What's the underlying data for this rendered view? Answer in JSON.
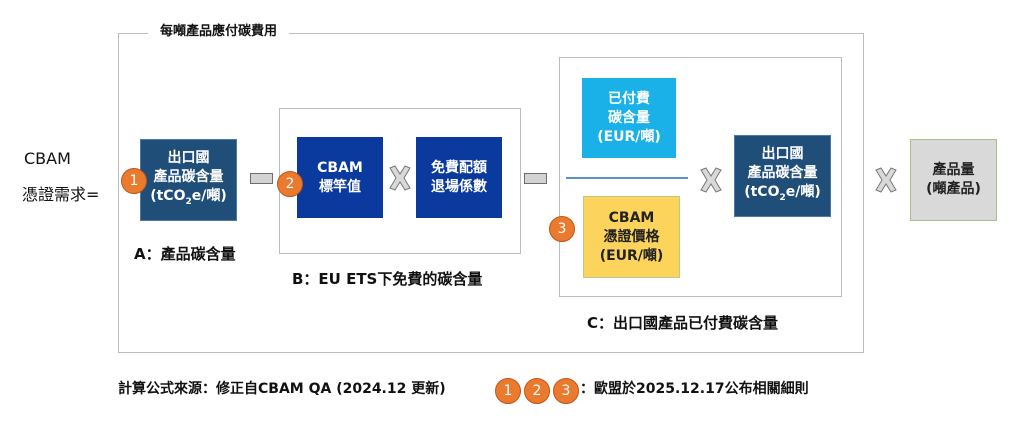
{
  "outer_title": "每噸產品應付碳費用",
  "lhs": {
    "line1": "CBAM",
    "line2": "憑證需求="
  },
  "box_a": {
    "l1": "出口國",
    "l2": "產品碳含量",
    "l3_pre": "(tCO",
    "l3_sub": "2",
    "l3_post": "e/噸)",
    "label": "A：產品碳含量",
    "badge": "1"
  },
  "box_b": {
    "benchmark": {
      "l1": "CBAM",
      "l2": "標竿值"
    },
    "phaseout": {
      "l1": "免費配額",
      "l2": "退場係數"
    },
    "label": "B：EU ETS下免費的碳含量",
    "badge": "2"
  },
  "box_c": {
    "paid": {
      "l1": "已付費",
      "l2": "碳含量",
      "l3": "(EUR/噸)"
    },
    "price": {
      "l1": "CBAM",
      "l2": "憑證價格",
      "l3": "(EUR/噸)"
    },
    "emb": {
      "l1": "出口國",
      "l2": "產品碳含量",
      "l3_pre": "(tCO",
      "l3_sub": "2",
      "l3_post": "e/噸)"
    },
    "label": "C：出口國產品已付費碳含量",
    "badge": "3"
  },
  "product": {
    "l1": "產品量",
    "l2": "(噸產品)"
  },
  "footer": {
    "source": "計算公式來源：修正自CBAM QA (2024.12 更新)",
    "badges": [
      "1",
      "2",
      "3"
    ],
    "note": "：歐盟於2025.12.17公布相關細則"
  },
  "colors": {
    "orange": "#e97a2e",
    "dark": "#1f4e79",
    "blue": "#0a3a9e",
    "cyan": "#1ab0e8",
    "yellow": "#fcd35b"
  }
}
